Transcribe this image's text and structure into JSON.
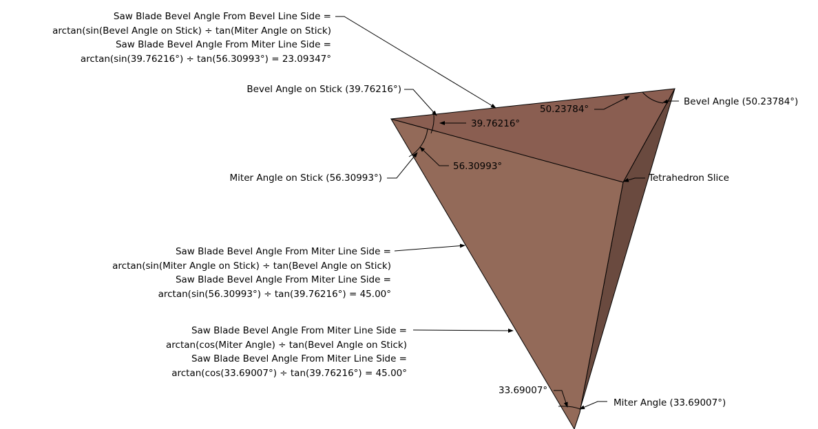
{
  "colors": {
    "top_face": "#8A5E51",
    "front_face": "#936A59",
    "side_face": "#6A4A3F",
    "edge": "#000000",
    "leader": "#000000"
  },
  "notes": {
    "bevel_side_formula": [
      "Saw Blade Bevel Angle From Bevel Line Side =",
      "arctan(sin(Bevel Angle on Stick) ÷ tan(Miter Angle on Stick)",
      "Saw Blade Bevel Angle From Miter Line Side =",
      "arctan(sin(39.76216°) ÷ tan(56.30993°) = 23.09347°"
    ],
    "miter_side_formula_sin": [
      "Saw Blade Bevel Angle From Miter Line Side =",
      "arctan(sin(Miter Angle on Stick) ÷ tan(Bevel Angle on Stick)",
      "Saw Blade Bevel Angle From Miter Line Side =",
      "arctan(sin(56.30993°) ÷ tan(39.76216°) = 45.00°"
    ],
    "miter_side_formula_cos": [
      "Saw Blade Bevel Angle From Miter Line Side =",
      "arctan(cos(Miter Angle) ÷ tan(Bevel Angle on Stick)",
      "Saw Blade Bevel Angle From Miter Line Side =",
      "arctan(cos(33.69007°) ÷ tan(39.76216°) = 45.00°"
    ]
  },
  "labels": {
    "bevel_angle_on_stick": "Bevel Angle on Stick (39.76216°)",
    "miter_angle_on_stick": "Miter Angle on Stick (56.30993°)",
    "bevel_angle": "Bevel Angle (50.23784°)",
    "tetrahedron_slice": "Tetrahedron Slice",
    "miter_angle": "Miter Angle (33.69007°)"
  },
  "dimensions": {
    "bevel_on_stick": "39.76216°",
    "miter_on_stick": "56.30993°",
    "bevel": "50.23784°",
    "miter": "33.69007°"
  }
}
